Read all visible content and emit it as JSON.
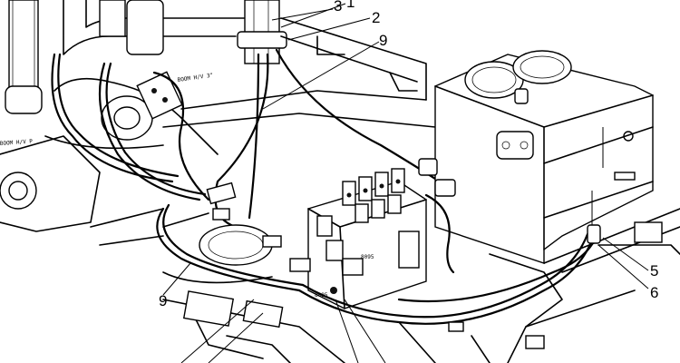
{
  "diagram": {
    "callouts": {
      "c1": "1",
      "c2": "2",
      "c3": "3",
      "c9a": "9",
      "c9b": "9",
      "c5": "5",
      "c6": "6"
    },
    "small_labels": {
      "boom_hv_r": "BOOM H/V 3\"",
      "boom_hv_p": "BOOM H/V P",
      "boom_3": "8095",
      "code_a": "8095"
    }
  }
}
